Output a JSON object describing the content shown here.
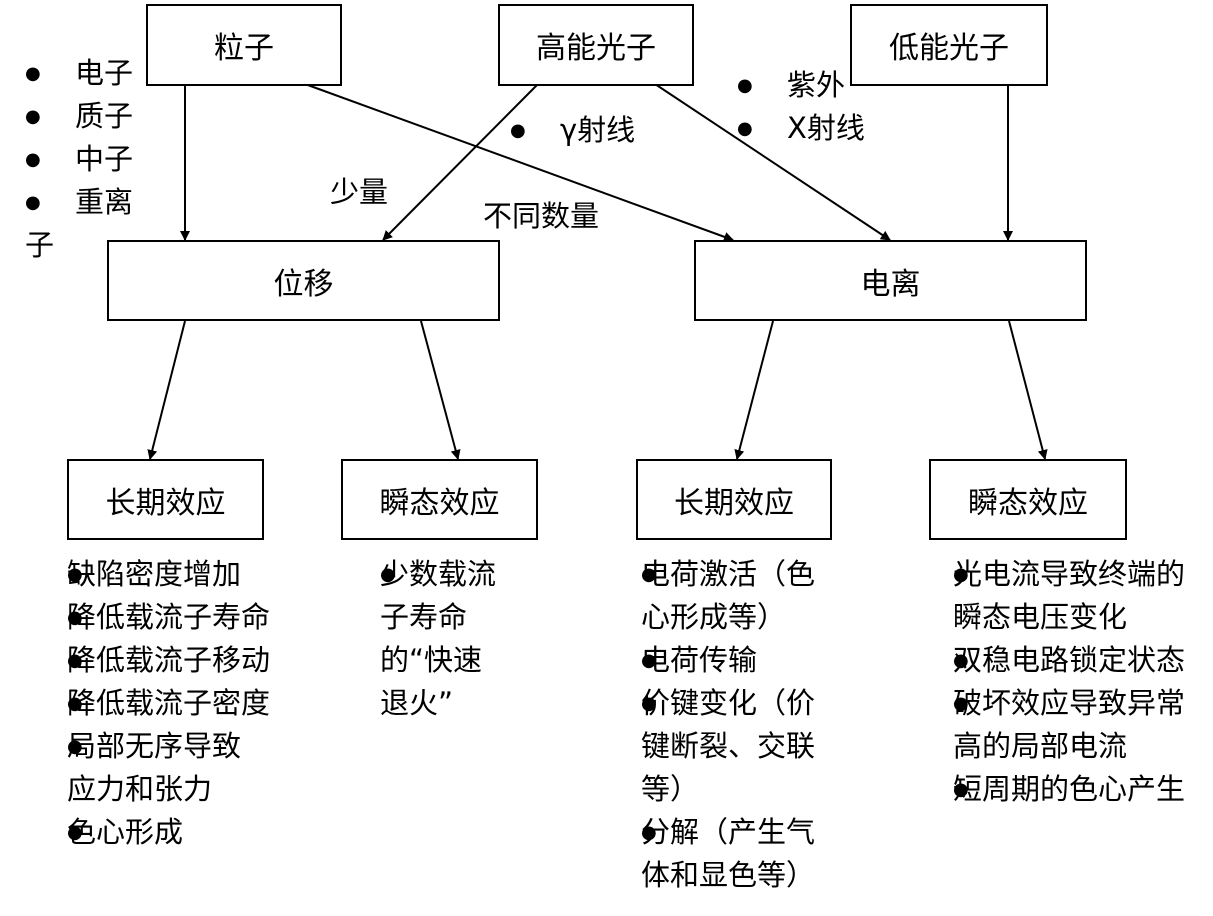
{
  "sources": {
    "particle": "粒子",
    "high_photon": "高能光子",
    "low_photon": "低能光子"
  },
  "mechanisms": {
    "displacement": "位移",
    "ionization": "电离"
  },
  "effects": {
    "disp_long": "长期效应",
    "disp_trans": "瞬态效应",
    "ion_long": "长期效应",
    "ion_trans": "瞬态效应"
  },
  "particle_list": [
    "电子",
    "质子",
    "中子",
    "重离子"
  ],
  "gamma_list": [
    "γ射线"
  ],
  "xuv_list": [
    "紫外",
    "X射线"
  ],
  "edge_labels": {
    "few": "少量",
    "varying": "不同数量"
  },
  "disp_long_list": [
    "缺陷密度增加",
    "降低载流子寿命",
    "降低载流子移动",
    "降低载流子密度",
    "局部无序导致应力和张力",
    "色心形成"
  ],
  "disp_trans_list": [
    "少数载流子寿命的“快速退火”"
  ],
  "ion_long_list": [
    "电荷激活（色心形成等）",
    "电荷传输",
    "价键变化（价键断裂、交联等）",
    "分解（产生气体和显色等）"
  ],
  "ion_trans_list": [
    "光电流导致终端的瞬态电压变化",
    "双稳电路锁定状态",
    "破坏效应导致异常高的局部电流",
    "短周期的色心产生"
  ]
}
